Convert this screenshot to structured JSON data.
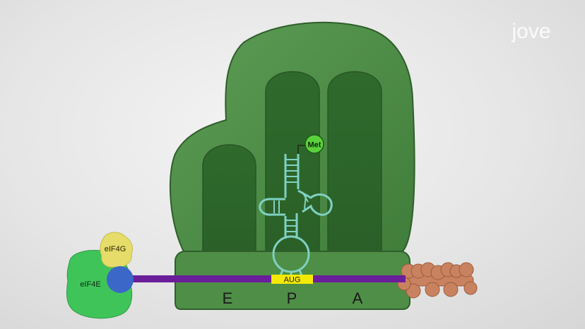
{
  "brand": {
    "logo_text": "jove"
  },
  "ribbosome": {
    "sites": {
      "e": "E",
      "p": "P",
      "a": "A"
    }
  },
  "mrna": {
    "start_codon": "AUG"
  },
  "trna": {
    "amino_acid": "Met"
  },
  "factors": {
    "eif4g": "eIF4G",
    "eif4e": "eIF4E"
  },
  "colors": {
    "ribosome_large": "#4a8a43",
    "ribosome_outline": "#2f5e2c",
    "trna": "#7fd1c2",
    "mrna": "#6a1e9a",
    "codon": "#f3ea00",
    "met": "#5ad13a",
    "eif4g": "#e6dc6a",
    "eif4e": "#3fc45a",
    "cap": "#3a67c8",
    "polya": "#c9825f"
  }
}
